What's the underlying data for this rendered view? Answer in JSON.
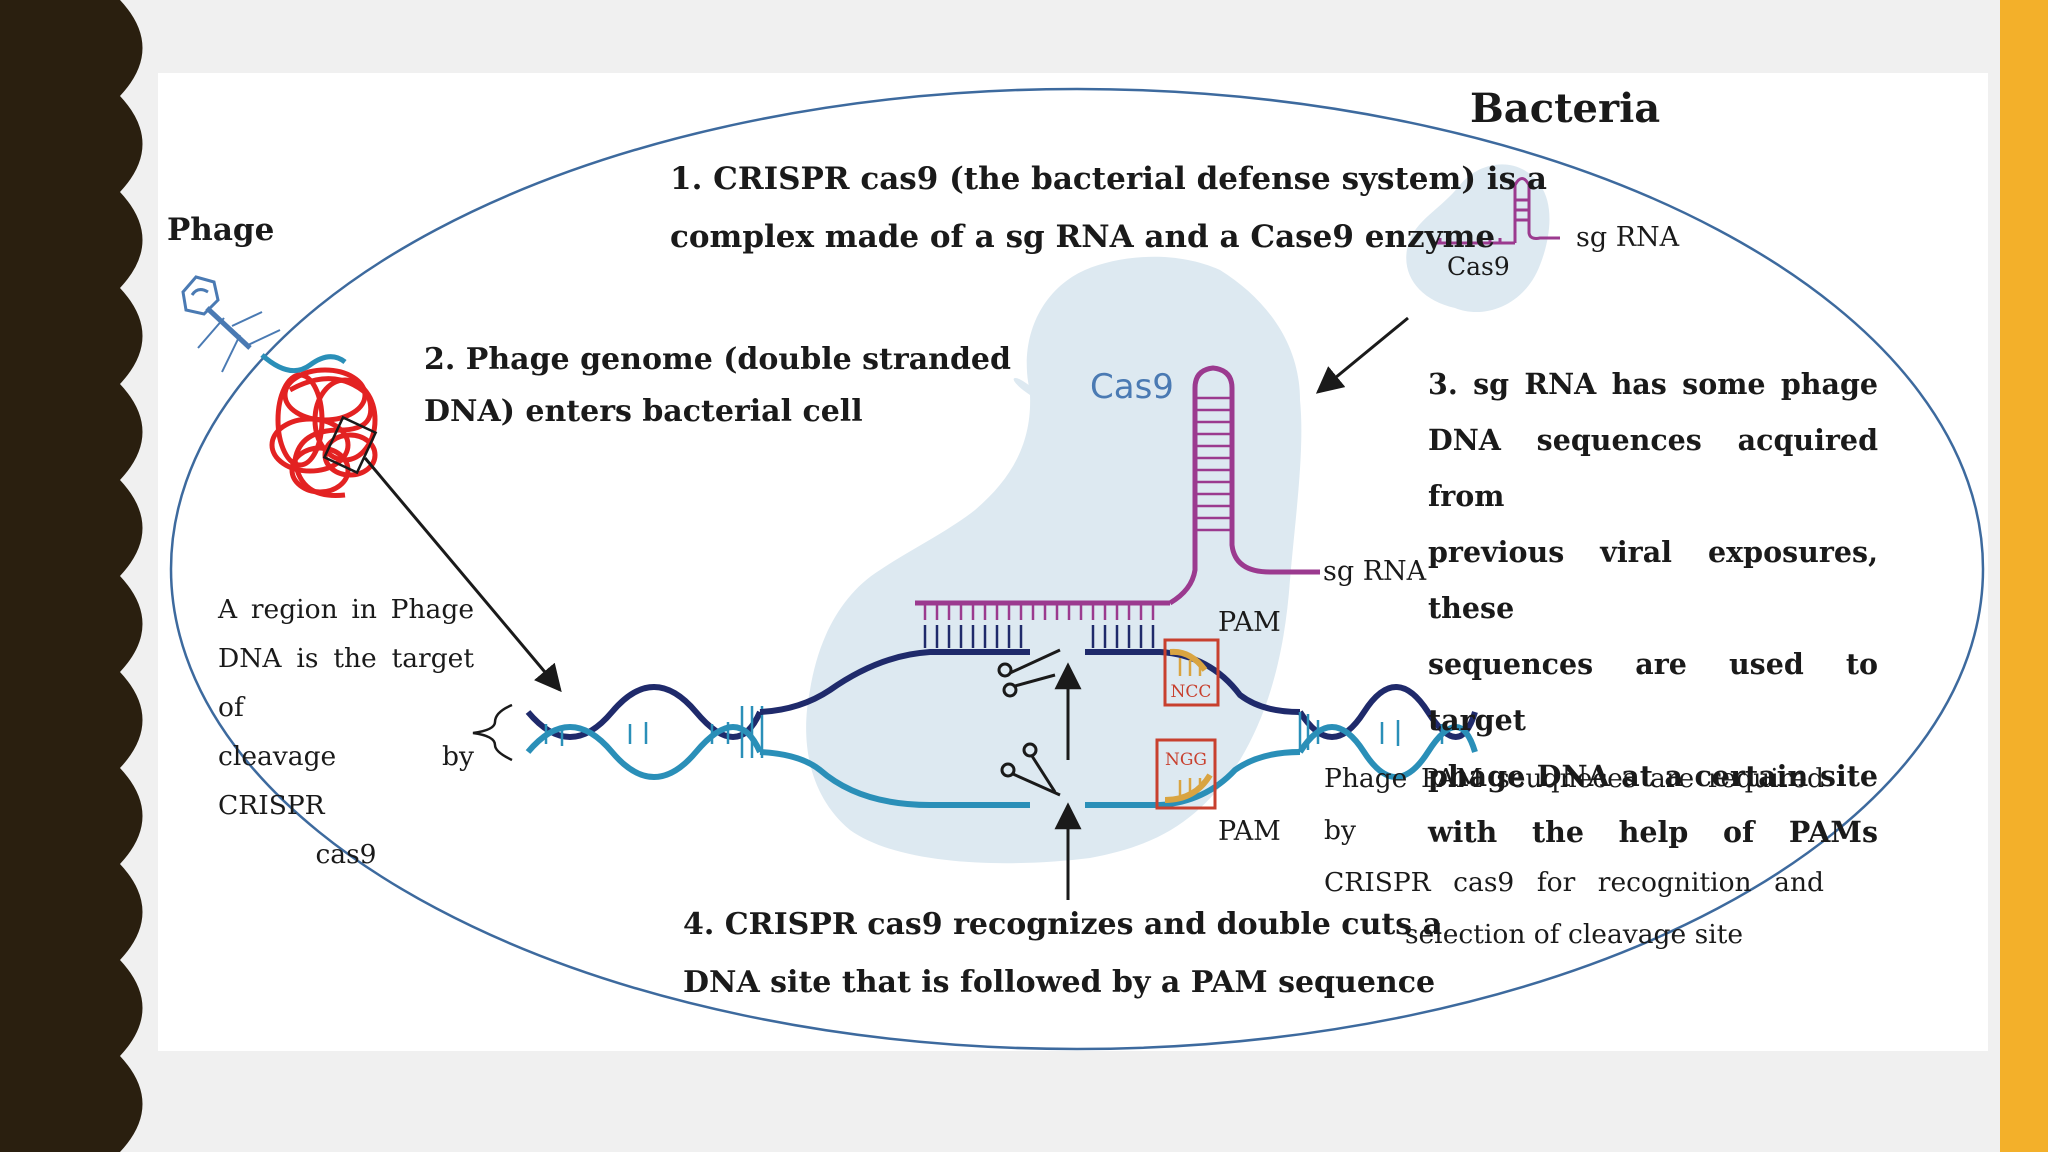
{
  "diagram": {
    "title": "Bacteria",
    "phage_label": "Phage",
    "step1": {
      "line1": "1. CRISPR cas9 (the bacterial defense system) is a",
      "line2": "complex made of a sg RNA and a Case9 enzyme"
    },
    "step2": {
      "line1": "2. Phage genome (double stranded",
      "line2": "DNA) enters bacterial cell"
    },
    "step3": {
      "line1": "3. sg RNA has some phage",
      "line2": "DNA sequences acquired from",
      "line3": "previous viral exposures, these",
      "line4": "sequences are used to target",
      "line5": "phage DNA at a certain site",
      "line6": "with the help of PAMs"
    },
    "step4": {
      "line1": "4. CRISPR cas9 recognizes and double cuts a",
      "line2": "DNA site that is followed by a PAM sequence"
    },
    "target_note": {
      "line1": "A region in Phage",
      "line2": "DNA is the target of",
      "line3": "cleavage by CRISPR",
      "line4": "cas9"
    },
    "pam_note": {
      "line1": "Phage PAM seuqneces are required by",
      "line2": "CRISPR cas9 for recognition and",
      "line3": "selection of cleavage site"
    },
    "small_cas9": "Cas9",
    "small_sgrna": "sg RNA",
    "big_cas9": "Cas9",
    "sgrna_label": "sg RNA",
    "pam_top": "PAM",
    "pam_bottom": "PAM",
    "ncc": "NCC",
    "ngg": "NGG"
  },
  "colors": {
    "left_band": "#2a1f0f",
    "right_band": "#f3b02a",
    "ellipse": "#3d6a9e",
    "cas9_blob": "#dde9f1",
    "dna_dark": "#1f2a6b",
    "dna_light": "#2a8fb8",
    "sgrna": "#9b3a8f",
    "pam_box": "#c8402e",
    "pam_fill": "#d9a441",
    "phage_genome": "#e32222"
  }
}
